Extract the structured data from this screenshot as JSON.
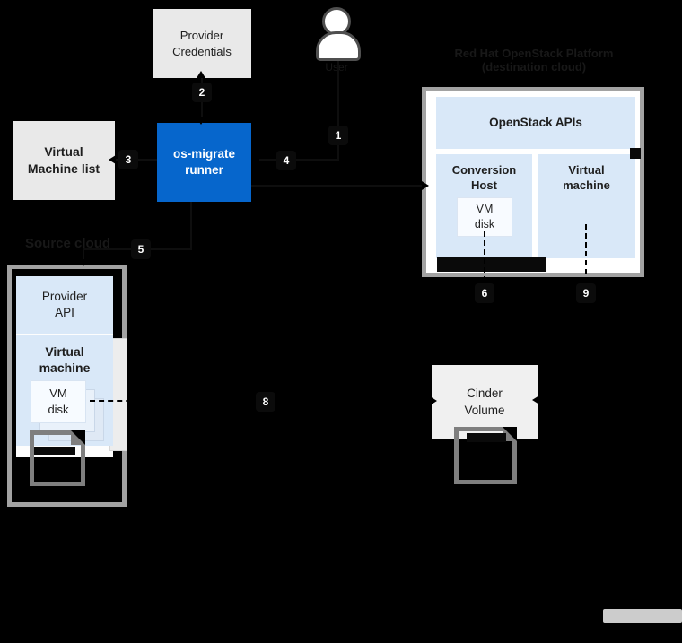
{
  "cloud_labels": {
    "source": "Source cloud",
    "destination": "Red Hat OpenStack Platform (destination cloud)"
  },
  "user": {
    "label": "User"
  },
  "nodes": {
    "provider_credentials": {
      "label": "Provider Credentials"
    },
    "os_migrate_runner": {
      "label": "os-migrate runner"
    },
    "virtual_machine_list": {
      "label": "Virtual Machine list"
    },
    "openstack_apis": {
      "label": "OpenStack APIs"
    },
    "conversion_host": {
      "label": "Conversion Host"
    },
    "conversion_vm_disk": {
      "label": "VM disk"
    },
    "destination_virtual_machine": {
      "label": "Virtual machine"
    },
    "cinder_volume": {
      "label": "Cinder Volume"
    },
    "provider_api": {
      "label": "Provider API"
    },
    "source_virtual_machine": {
      "label": "Virtual machine"
    },
    "source_vm_disk": {
      "label": "VM disk"
    }
  },
  "steps": {
    "s1": "1",
    "s2": "2",
    "s3": "3",
    "s4": "4",
    "s5": "5",
    "s6": "6",
    "s8": "8",
    "s9": "9"
  },
  "colors": {
    "runner_blue": "#0666cc",
    "light_blue": "#d9e8f8",
    "box_gray": "#e9e9e9",
    "frame_gray": "#a2a2a2",
    "background": "#000000",
    "badge_black": "#0b0b0b"
  }
}
